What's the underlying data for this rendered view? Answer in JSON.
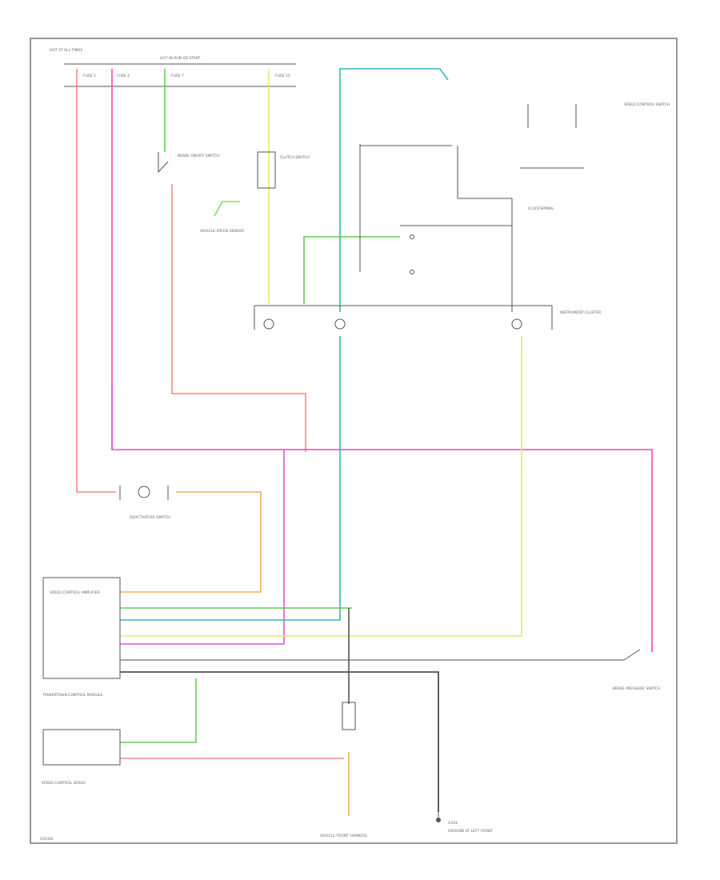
{
  "colors": {
    "red": "#f08a8a",
    "pink": "#ff44aa",
    "magenta": "#dd55dd",
    "green": "#66cc55",
    "light_green": "#88dd66",
    "yellow": "#e8e870",
    "teal": "#33b8b8",
    "orange": "#f2b25a",
    "black": "#333333",
    "frame": "#555555"
  },
  "labels": {
    "hot_fuse": "HOT AT ALL TIMES",
    "run_start": "HOT IN RUN OR START",
    "fuse_1": "FUSE 1",
    "fuse_2": "FUSE 2",
    "fuse_7": "FUSE 7",
    "fuse_15": "FUSE 15",
    "brake_switch": "BRAKE ON/OFF SWITCH",
    "speed_sensor": "VEHICLE SPEED SENSOR",
    "clutch_switch": "CLUTCH SWITCH",
    "deactivator": "DEACTIVATOR SWITCH",
    "speed_control": "SPEED CONTROL AMPLIFIER",
    "speed_servo": "SPEED CONTROL SERVO",
    "pcm": "POWERTRAIN CONTROL MODULE",
    "brake_pressure": "BRAKE PRESSURE SWITCH",
    "ground": "G101",
    "ground_bottom": "GROUND AT LEFT FRONT",
    "instrument_cluster": "INSTRUMENT CLUSTER",
    "steering_switch": "SPEED CONTROL SWITCH",
    "clockspring": "CLOCKSPRING",
    "footer": "VEHICLE FRONT HARNESS",
    "corner": "CRUISE"
  }
}
